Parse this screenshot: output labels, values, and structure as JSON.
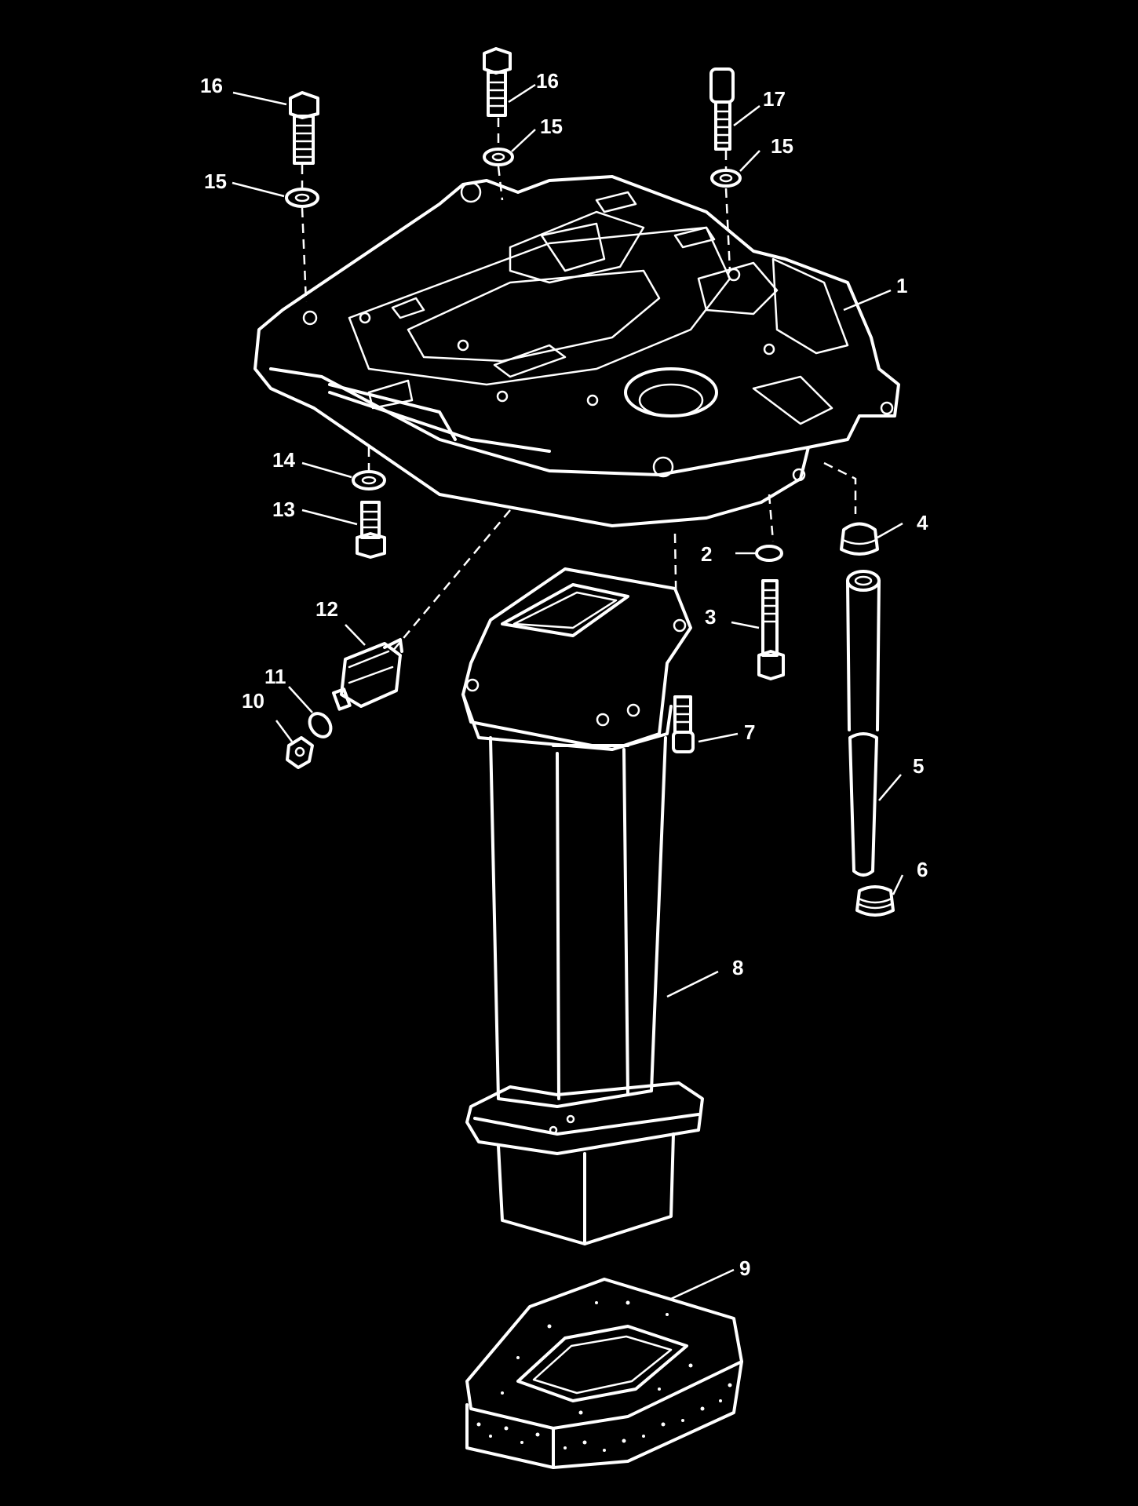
{
  "callouts": [
    {
      "id": "c1",
      "text": "1"
    },
    {
      "id": "c2",
      "text": "2"
    },
    {
      "id": "c3",
      "text": "3"
    },
    {
      "id": "c4",
      "text": "4"
    },
    {
      "id": "c5",
      "text": "5"
    },
    {
      "id": "c6",
      "text": "6"
    },
    {
      "id": "c7",
      "text": "7"
    },
    {
      "id": "c8",
      "text": "8"
    },
    {
      "id": "c9",
      "text": "9"
    },
    {
      "id": "c10",
      "text": "10"
    },
    {
      "id": "c11",
      "text": "11"
    },
    {
      "id": "c12",
      "text": "12"
    },
    {
      "id": "c13",
      "text": "13"
    },
    {
      "id": "c14",
      "text": "14"
    },
    {
      "id": "c15a",
      "text": "15"
    },
    {
      "id": "c15b",
      "text": "15"
    },
    {
      "id": "c15c",
      "text": "15"
    },
    {
      "id": "c16a",
      "text": "16"
    },
    {
      "id": "c16b",
      "text": "16"
    },
    {
      "id": "c17",
      "text": "17"
    }
  ],
  "colors": {
    "background": "#000000",
    "line": "#ffffff"
  }
}
